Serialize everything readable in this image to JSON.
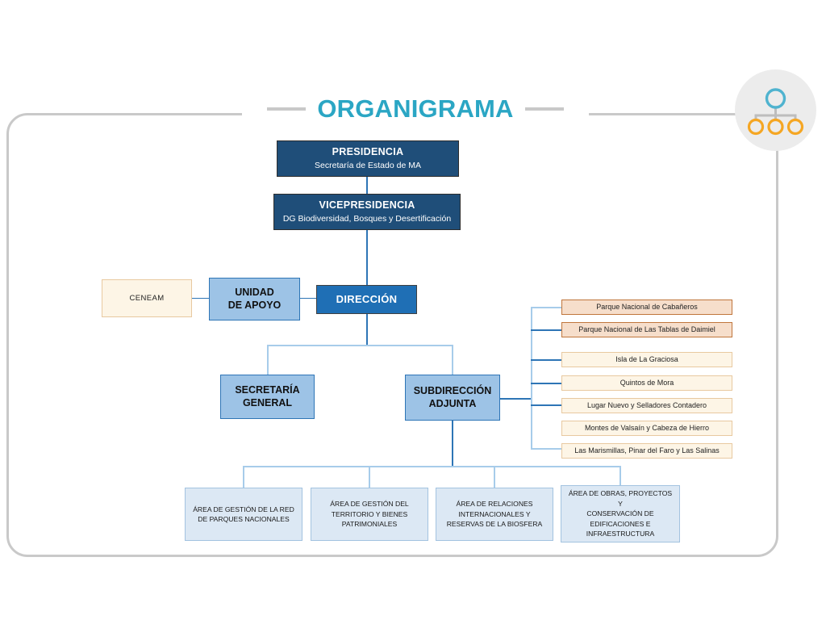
{
  "header": {
    "title": "ORGANIGRAMA",
    "badge_icon": "org-chart-icon",
    "accent_color": "#2BA6C4",
    "frame_color": "#C9C9C9"
  },
  "chart_data": {
    "type": "diagram",
    "diagram_type": "organization-chart",
    "title": "ORGANIGRAMA",
    "nodes": [
      {
        "id": "presidencia",
        "title": "PRESIDENCIA",
        "subtitle": "Secretaría de Estado de MA",
        "style": "navy",
        "level": 0
      },
      {
        "id": "vicepresidencia",
        "title": "VICEPRESIDENCIA",
        "subtitle": "DG Biodiversidad, Bosques y Desertificación",
        "style": "navy",
        "level": 1
      },
      {
        "id": "direccion",
        "title": "DIRECCIÓN",
        "subtitle": "",
        "style": "midblue",
        "level": 2
      },
      {
        "id": "unidad-apoyo",
        "title": "UNIDAD",
        "subtitle": "DE APOYO",
        "style": "lightblue",
        "level": 2
      },
      {
        "id": "ceneam",
        "title": "CENEAM",
        "subtitle": "",
        "style": "cream",
        "level": 2
      },
      {
        "id": "secretaria-general",
        "title": "SECRETARÍA",
        "subtitle": "GENERAL",
        "style": "lightblue",
        "level": 3
      },
      {
        "id": "subdireccion-adjunta",
        "title": "SUBDIRECCIÓN",
        "subtitle": "ADJUNTA",
        "style": "lightblue",
        "level": 3
      }
    ],
    "edges": [
      {
        "from": "presidencia",
        "to": "vicepresidencia"
      },
      {
        "from": "vicepresidencia",
        "to": "direccion"
      },
      {
        "from": "direccion",
        "to": "unidad-apoyo"
      },
      {
        "from": "unidad-apoyo",
        "to": "ceneam"
      },
      {
        "from": "direccion",
        "to": "secretaria-general"
      },
      {
        "from": "direccion",
        "to": "subdireccion-adjunta"
      },
      {
        "from": "subdireccion-adjunta",
        "to": "areas"
      },
      {
        "from": "subdireccion-adjunta",
        "to": "centros"
      }
    ]
  },
  "nodes": {
    "presidencia": {
      "title": "PRESIDENCIA",
      "subtitle": "Secretaría de Estado de MA"
    },
    "vicepresidencia": {
      "title": "VICEPRESIDENCIA",
      "subtitle": "DG Biodiversidad, Bosques y Desertificación"
    },
    "direccion": {
      "title": "DIRECCIÓN"
    },
    "unidad_apoyo": {
      "line1": "UNIDAD",
      "line2": "DE APOYO"
    },
    "ceneam": {
      "title": "CENEAM"
    },
    "secretaria_general": {
      "line1": "SECRETARÍA",
      "line2": "GENERAL"
    },
    "subdireccion_adjunta": {
      "line1": "SUBDIRECCIÓN",
      "line2": "ADJUNTA"
    }
  },
  "centros": {
    "items": [
      {
        "label": "Parque Nacional de Cabañeros",
        "highlight": true
      },
      {
        "label": "Parque Nacional de Las Tablas de Daimiel",
        "highlight": true
      },
      {
        "label": "Isla de La Graciosa",
        "highlight": false
      },
      {
        "label": "Quintos de Mora",
        "highlight": false
      },
      {
        "label": "Lugar Nuevo y Selladores Contadero",
        "highlight": false
      },
      {
        "label": "Montes de Valsaín y Cabeza de Hierro",
        "highlight": false
      },
      {
        "label": "Las Marismillas, Pinar del Faro y Las Salinas",
        "highlight": false
      }
    ]
  },
  "areas": {
    "items": [
      {
        "lines": [
          "ÁREA DE GESTIÓN DE LA RED",
          "DE PARQUES NACIONALES"
        ]
      },
      {
        "lines": [
          "ÁREA DE GESTIÓN DEL",
          "TERRITORIO Y BIENES",
          "PATRIMONIALES"
        ]
      },
      {
        "lines": [
          "ÁREA DE RELACIONES",
          "INTERNACIONALES Y",
          "RESERVAS DE LA BIOSFERA"
        ]
      },
      {
        "lines": [
          "ÁREA DE OBRAS, PROYECTOS Y",
          "CONSERVACIÓN DE",
          "EDIFICACIONES E",
          "INFRAESTRUCTURA"
        ]
      }
    ]
  }
}
